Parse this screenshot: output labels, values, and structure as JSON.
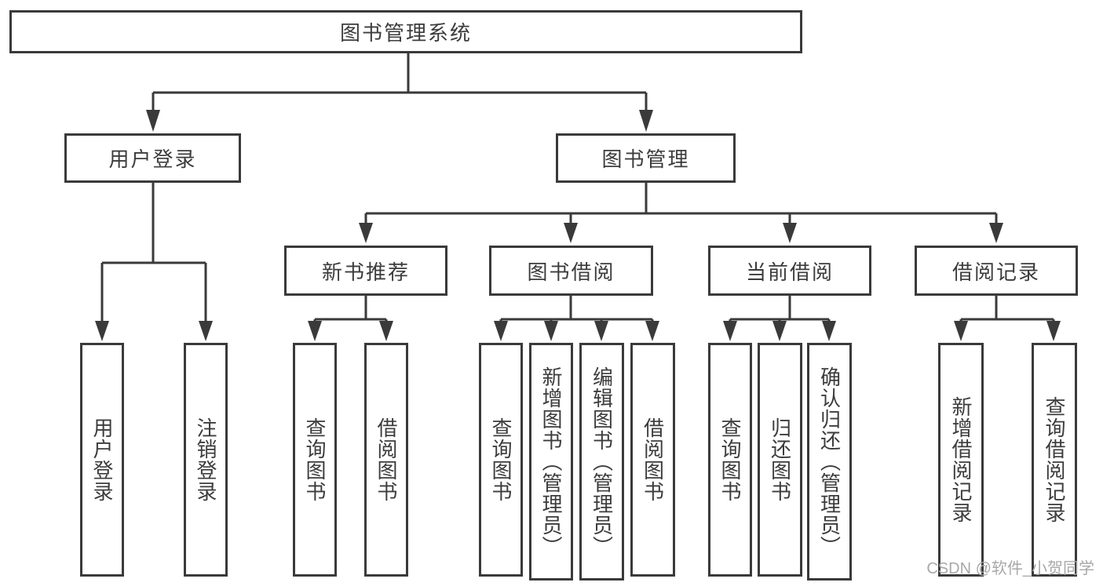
{
  "nodes": {
    "root": "图书管理系统",
    "level2": {
      "user_login": "用户登录",
      "book_management": "图书管理"
    },
    "level3": [
      "新书推荐",
      "图书借阅",
      "当前借阅",
      "借阅记录"
    ],
    "leaves": {
      "g1": [
        "用户登录",
        "注销登录"
      ],
      "g2": [
        "查询图书",
        "借阅图书"
      ],
      "g3": [
        "查询图书",
        "新增图书（管理员）",
        "编辑图书（管理员）",
        "借阅图书"
      ],
      "g4": [
        "查询图书",
        "归还图书",
        "确认归还（管理员）"
      ],
      "g5": [
        "新增借阅记录",
        "查询借阅记录"
      ]
    }
  },
  "watermark": "CSDN @软件_小贺同学",
  "colors": {
    "line": "#3a3a3a",
    "text": "#3c3c3c",
    "box_background": "#ffffff",
    "page_background": "#ffffff",
    "watermark": "#a8a8a8"
  }
}
